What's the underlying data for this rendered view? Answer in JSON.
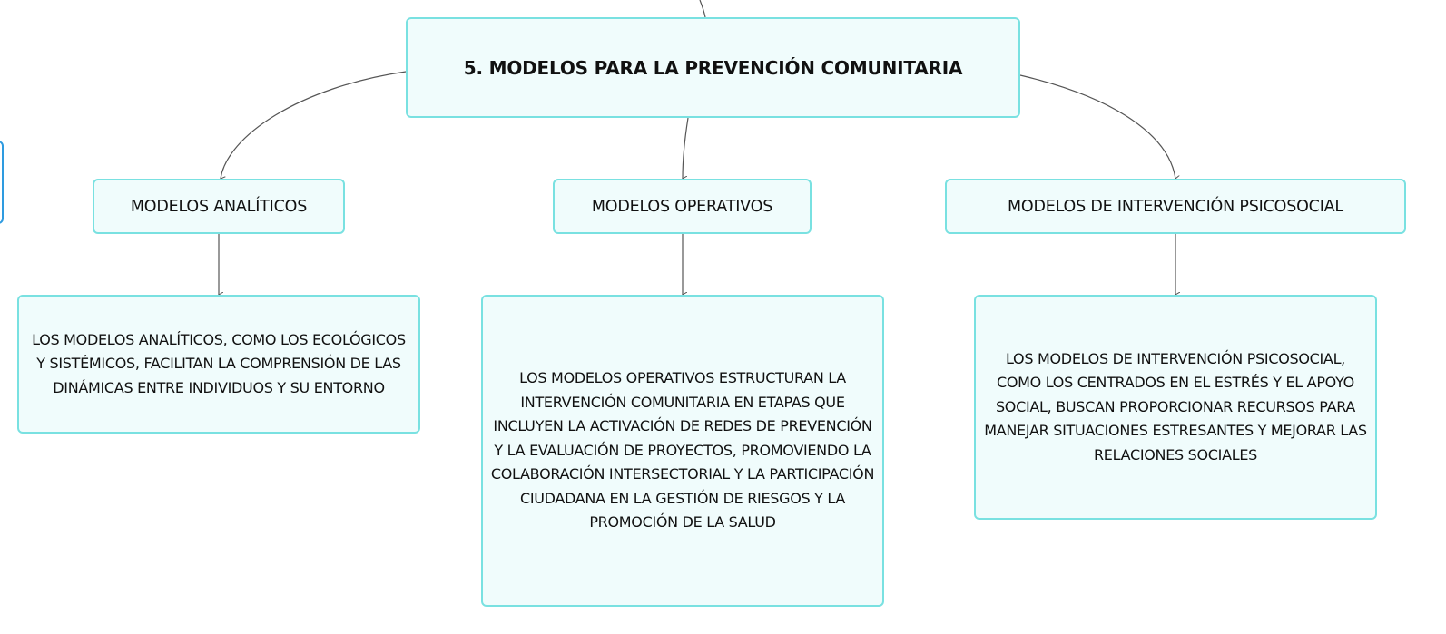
{
  "diagram": {
    "root": {
      "label": "5. MODELOS PARA LA PREVENCIÓN COMUNITARIA"
    },
    "branches": [
      {
        "label": "MODELOS ANALÍTICOS",
        "detail": "LOS MODELOS ANALÍTICOS, COMO LOS ECOLÓGICOS Y SISTÉMICOS, FACILITAN LA COMPRENSIÓN DE LAS DINÁMICAS ENTRE INDIVIDUOS Y SU ENTORNO"
      },
      {
        "label": "MODELOS OPERATIVOS",
        "detail": "LOS MODELOS OPERATIVOS ESTRUCTURAN LA INTERVENCIÓN COMUNITARIA EN ETAPAS QUE INCLUYEN LA ACTIVACIÓN DE REDES DE PREVENCIÓN Y LA EVALUACIÓN DE PROYECTOS, PROMOVIENDO LA COLABORACIÓN INTERSECTORIAL Y LA PARTICIPACIÓN CIUDADANA EN LA GESTIÓN DE RIESGOS Y LA PROMOCIÓN DE LA SALUD"
      },
      {
        "label": "MODELOS DE INTERVENCIÓN PSICOSOCIAL",
        "detail": "LOS MODELOS DE INTERVENCIÓN PSICOSOCIAL, COMO LOS CENTRADOS EN EL ESTRÉS Y EL APOYO SOCIAL, BUSCAN PROPORCIONAR RECURSOS PARA MANEJAR SITUACIONES ESTRESANTES Y MEJORAR LAS RELACIONES SOCIALES"
      }
    ]
  },
  "colors": {
    "node_fill": "#f0fcfc",
    "node_border": "#79e1e1",
    "connector": "#555555",
    "selection_outline": "#2e9be0"
  }
}
